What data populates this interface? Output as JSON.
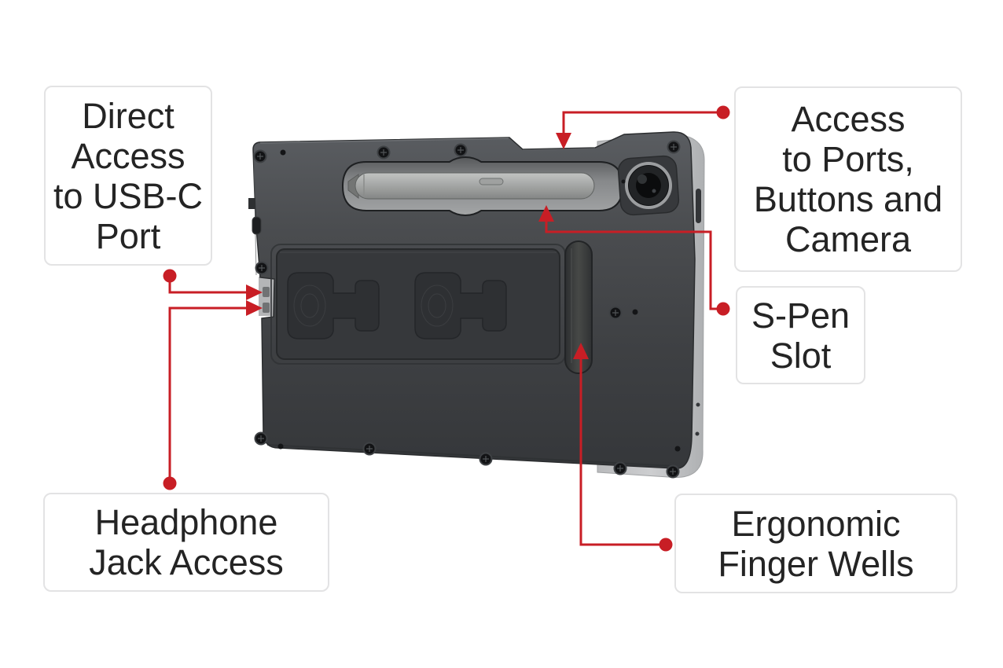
{
  "figure": {
    "background_color": "#ffffff",
    "accent_red": "#c81e25",
    "label_text_color": "#242424",
    "label_border_color": "#e3e3e4",
    "case_color": "#46484b",
    "pen_color": "#a6a8a7",
    "edge_band_color": "#c7c8ca"
  },
  "callouts": [
    {
      "id": "usb-c-port",
      "lines": [
        "Direct",
        "Access",
        "to USB-C",
        "Port"
      ]
    },
    {
      "id": "ports-buttons-camera",
      "lines": [
        "Access",
        "to Ports,",
        "Buttons and",
        "Camera"
      ]
    },
    {
      "id": "s-pen-slot",
      "lines": [
        "S-Pen",
        "Slot"
      ]
    },
    {
      "id": "headphone-jack",
      "lines": [
        "Headphone",
        "Jack Access"
      ]
    },
    {
      "id": "finger-wells",
      "lines": [
        "Ergonomic",
        "Finger Wells"
      ]
    }
  ]
}
